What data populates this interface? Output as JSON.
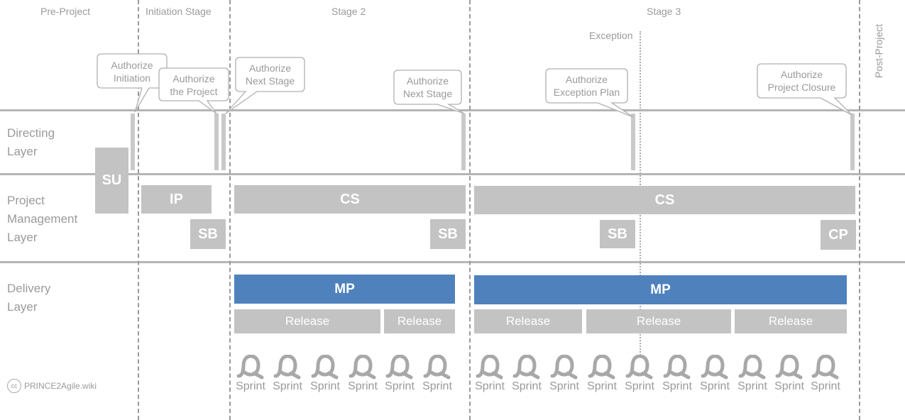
{
  "stages": {
    "pre_project": "Pre-Project",
    "initiation": "Initiation Stage",
    "stage2": "Stage 2",
    "stage3": "Stage 3",
    "post_project": "Post-Project",
    "exception": "Exception"
  },
  "layers": {
    "directing": "Directing\nLayer",
    "project_management": "Project\nManagement\nLayer",
    "delivery": "Delivery\nLayer"
  },
  "callouts": {
    "authorize_initiation": "Authorize\nInitiation",
    "authorize_project": "Authorize\nthe Project",
    "authorize_next_stage_1": "Authorize\nNext Stage",
    "authorize_next_stage_2": "Authorize\nNext Stage",
    "authorize_exception_plan": "Authorize\nException Plan",
    "authorize_closure": "Authorize\nProject Closure"
  },
  "processes": {
    "su": "SU",
    "ip": "IP",
    "sb_1": "SB",
    "cs_1": "CS",
    "sb_2": "SB",
    "cs_2": "CS",
    "sb_3": "SB",
    "cp": "CP",
    "mp_1": "MP",
    "mp_2": "MP"
  },
  "releases": [
    "Release",
    "Release",
    "Release",
    "Release",
    "Release"
  ],
  "sprints": [
    "Sprint",
    "Sprint",
    "Sprint",
    "Sprint",
    "Sprint",
    "Sprint",
    "Sprint",
    "Sprint",
    "Sprint",
    "Sprint",
    "Sprint",
    "Sprint",
    "Sprint",
    "Sprint",
    "Sprint",
    "Sprint"
  ],
  "watermark": {
    "icon": "cc-icon",
    "cc": "cc",
    "text": "PRINCE2Agile.wiki"
  },
  "colors": {
    "mp_blue": "#4f81bd",
    "grey_box": "#c3c3c3",
    "line": "#b5b5b5"
  }
}
